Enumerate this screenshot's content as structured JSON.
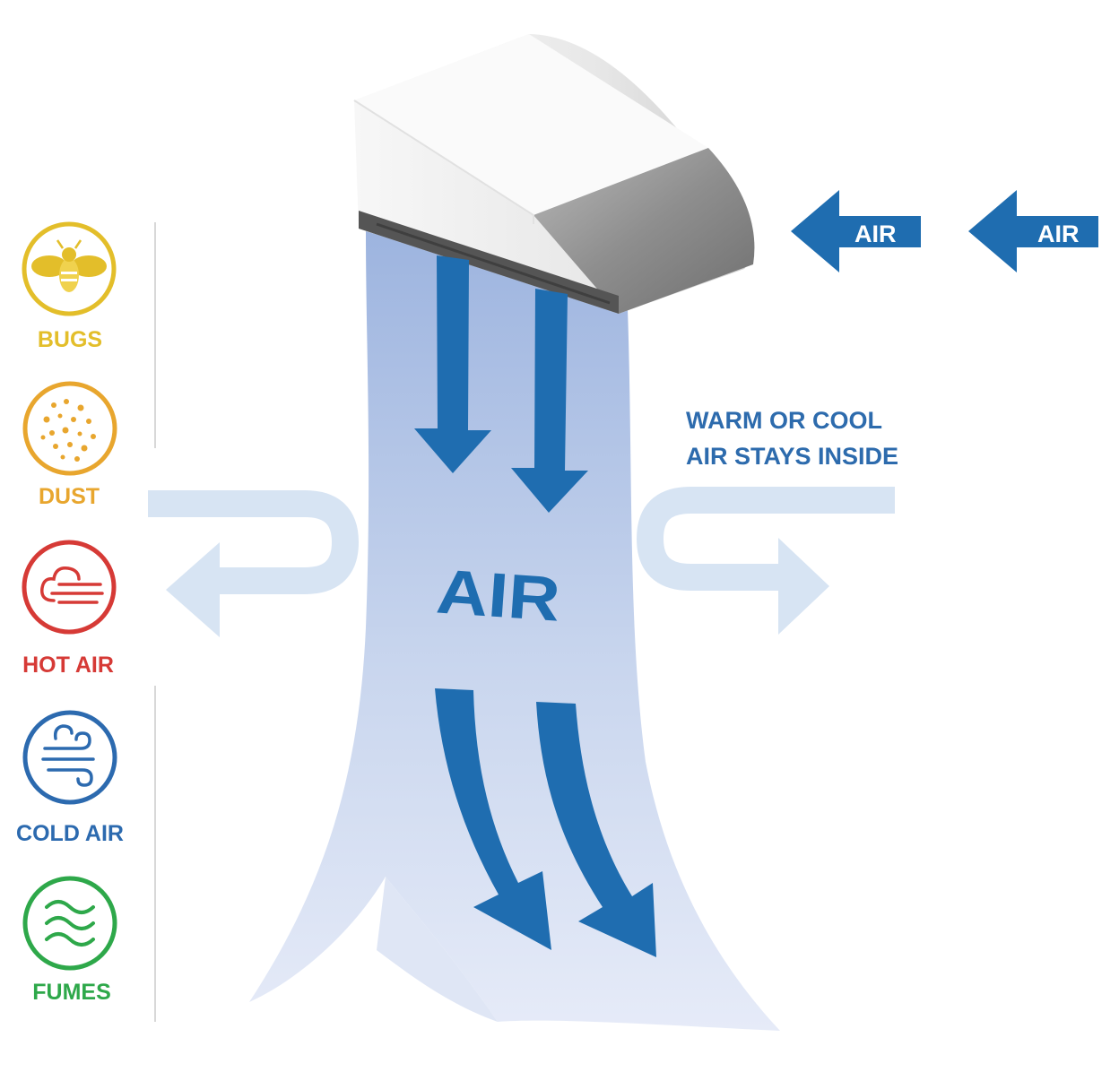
{
  "colors": {
    "blue": "#1F6DB0",
    "light_blue": "#D7E4F3",
    "curtain_top": "#9DB4DF",
    "curtain_bottom": "#E4E9F7",
    "yellow": "#E3BE2A",
    "orange": "#E8A62E",
    "red": "#D63A36",
    "dark_blue": "#2C6AAF",
    "green": "#2EA84A"
  },
  "incoming_air": [
    {
      "label": "AIR"
    },
    {
      "label": "AIR"
    }
  ],
  "curtain": {
    "label": "AIR"
  },
  "inside_note": {
    "line1": "WARM OR COOL",
    "line2": "AIR STAYS INSIDE"
  },
  "blocked": [
    {
      "label": "BUGS",
      "icon": "bee-icon",
      "color": "#E3BE2A"
    },
    {
      "label": "DUST",
      "icon": "dust-icon",
      "color": "#E8A62E"
    },
    {
      "label": "HOT AIR",
      "icon": "hot-air-icon",
      "color": "#D63A36"
    },
    {
      "label": "COLD AIR",
      "icon": "cold-air-icon",
      "color": "#2C6AAF"
    },
    {
      "label": "FUMES",
      "icon": "fumes-icon",
      "color": "#2EA84A"
    }
  ]
}
